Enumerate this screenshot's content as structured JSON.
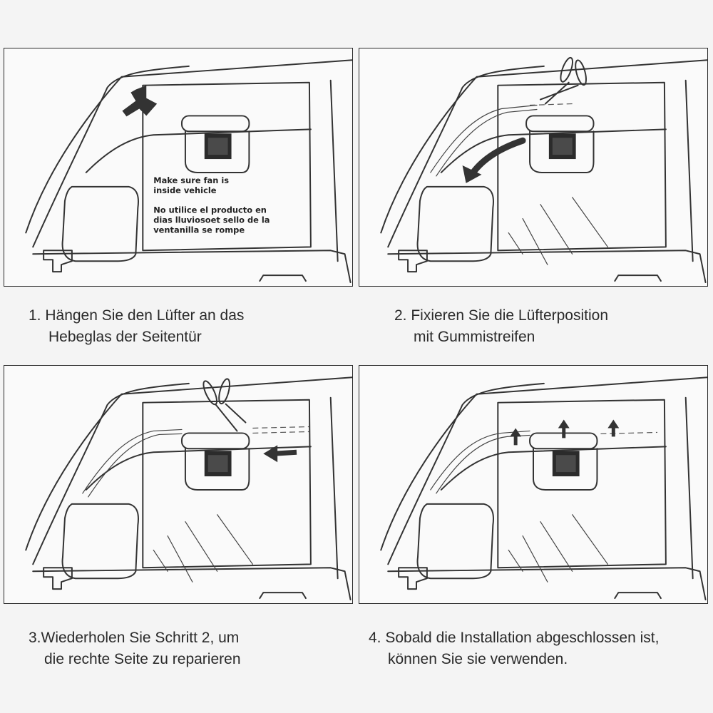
{
  "steps": [
    {
      "caption_line1": "1. Hängen Sie den Lüfter an das",
      "caption_line2": "Hebeglas der Seitentür",
      "notes": [
        "Make sure fan is",
        "inside vehicle",
        "No utilice el producto en",
        "dias lluviosoet sello de la",
        "ventanilla se rompe"
      ]
    },
    {
      "caption_line1": "2. Fixieren Sie die Lüfterposition",
      "caption_line2": "mit Gummistreifen"
    },
    {
      "caption_line1": "3.Wiederholen Sie Schritt 2, um",
      "caption_line2": "die rechte Seite zu reparieren"
    },
    {
      "caption_line1": "4. Sobald die Installation abgeschlossen ist,",
      "caption_line2": "können Sie sie verwenden."
    }
  ],
  "colors": {
    "line": "#333333",
    "background": "#f4f4f4",
    "fan_grille": "#2b2b2b"
  },
  "icons": [
    "arrow-icon",
    "scissors-icon",
    "up-arrow-icon"
  ]
}
